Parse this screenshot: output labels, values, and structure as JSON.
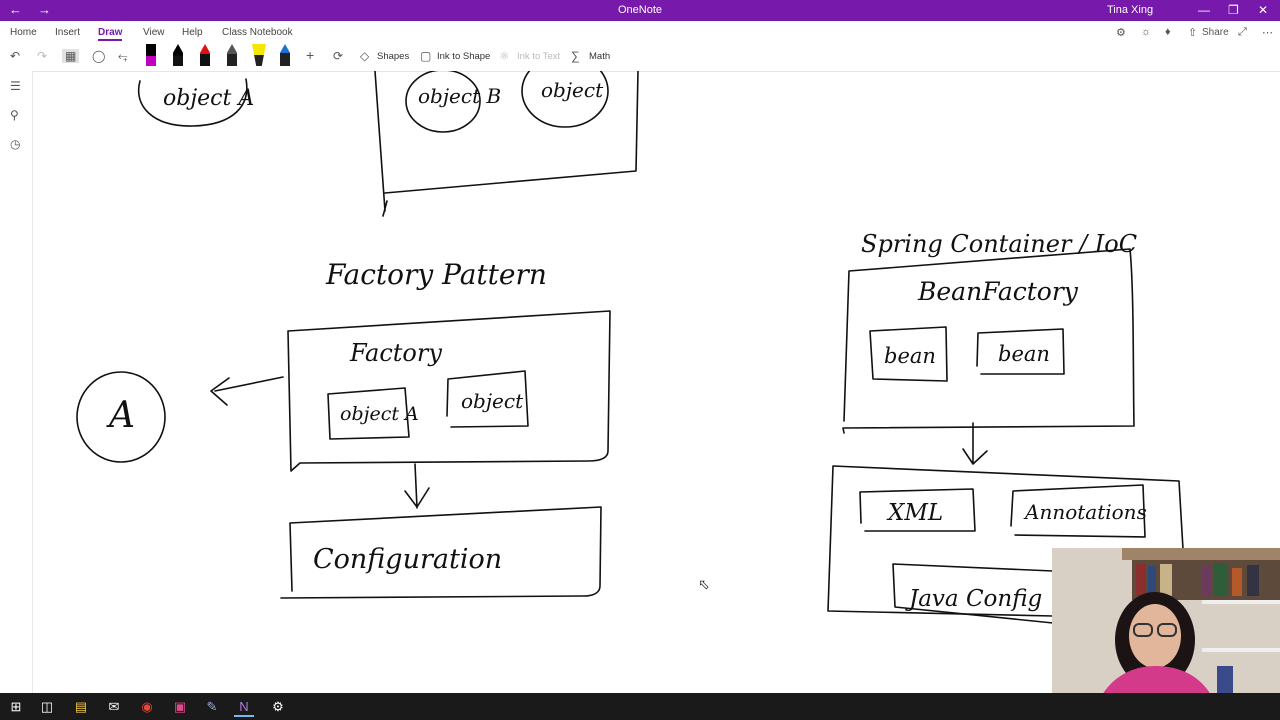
{
  "window": {
    "title": "OneNote",
    "user": "Tina Xing"
  },
  "ribbon": {
    "tabs": [
      {
        "label": "Home"
      },
      {
        "label": "Insert"
      },
      {
        "label": "Draw",
        "active": true
      },
      {
        "label": "View"
      },
      {
        "label": "Help"
      },
      {
        "label": "Class Notebook"
      }
    ],
    "share_label": "Share"
  },
  "toolbar": {
    "shapes_label": "Shapes",
    "ink_to_shape_label": "Ink to Shape",
    "ink_to_text_label": "Ink to Text",
    "math_label": "Math",
    "pen_colors": [
      "#c000c0",
      "#111111",
      "#e01010",
      "#555555",
      "#f5e600",
      "#1f6fd0"
    ]
  },
  "canvas": {
    "top_box": {
      "objects": [
        "object A",
        "object B",
        "object"
      ]
    },
    "factory_pattern": {
      "heading": "Factory Pattern",
      "factory_label": "Factory",
      "objects": [
        "object A",
        "object"
      ],
      "client": "A",
      "configuration": "Configuration"
    },
    "spring": {
      "heading": "Spring Container / IoC",
      "bean_factory": "BeanFactory",
      "beans": [
        "bean",
        "bean"
      ],
      "config_options": [
        "XML",
        "Annotations",
        "Java Config"
      ]
    }
  },
  "colors": {
    "accent": "#7719aa",
    "taskbar": "#1a1a1a"
  }
}
